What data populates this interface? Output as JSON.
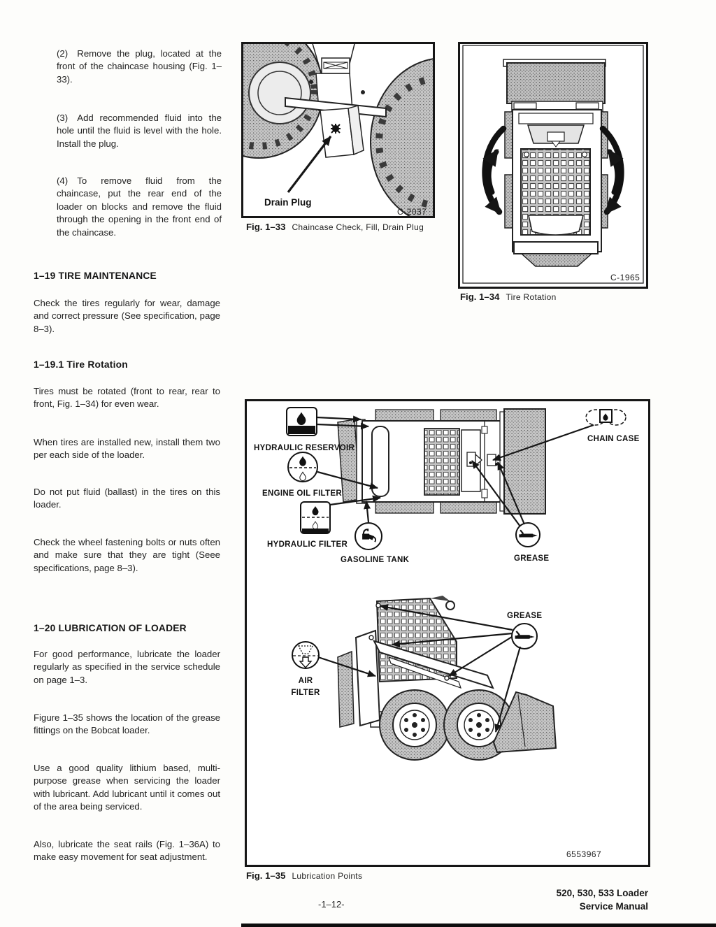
{
  "doc": {
    "page_number": "-1–12-",
    "footer_model": "520, 530, 533 Loader",
    "footer_manual": "Service Manual"
  },
  "text": {
    "p2": "(2) Remove the plug, located at the front of the chaincase housing (Fig. 1–33).",
    "p3": "(3) Add recommended fluid into the hole until the fluid is level with the hole. Install the plug.",
    "p4": "(4) To remove fluid from the chaincase, put the rear end of the loader on blocks and remove the fluid through the opening in the front end of the chaincase.",
    "h_tire": "1–19 TIRE MAINTENANCE",
    "p_tire": "Check the tires regularly for wear, damage and correct pressure (See specification, page 8–3).",
    "h_rotation": "1–19.1 Tire Rotation",
    "p_rot1": "Tires must be rotated (front to rear, rear to front, Fig. 1–34) for even wear.",
    "p_rot2": "When tires are installed new, install them two per each side of the loader.",
    "p_rot3": "Do not put fluid (ballast) in the tires on this loader.",
    "p_rot4": "Check the wheel fastening bolts or nuts often and make sure that they are tight (Seee specifications, page 8–3).",
    "h_lub": "1–20 LUBRICATION OF LOADER",
    "p_lub1": "For good performance, lubricate the loader regularly as specified in the service schedule on page 1–3.",
    "p_lub2": "Figure 1–35 shows the location of the grease fittings on the Bobcat loader.",
    "p_lub3": "Use a good quality lithium based, multi-purpose grease when servicing the loader with lubricant. Add lubricant until it comes out of the area being serviced.",
    "p_lub4": "Also, lubricate the seat rails (Fig. 1–36A) to make easy movement for seat adjustment."
  },
  "fig33": {
    "drain_label": "Drain Plug",
    "photo_id": "C-2037",
    "cap_num": "Fig. 1–33",
    "cap_text": "Chaincase Check, Fill, Drain Plug"
  },
  "fig34": {
    "photo_id": "C-1965",
    "cap_num": "Fig. 1–34",
    "cap_text": "Tire Rotation"
  },
  "fig35": {
    "hydraulic_reservoir": "HYDRAULIC RESERVOIR",
    "engine_oil_filter": "ENGINE OIL FILTER",
    "hydraulic_filter": "HYDRAULIC FILTER",
    "gasoline_tank": "GASOLINE TANK",
    "chain_case": "CHAIN CASE",
    "grease_top": "GREASE",
    "grease_side": "GREASE",
    "air_line1": "AIR",
    "air_line2": "FILTER",
    "part_no": "6553967",
    "cap_num": "Fig. 1–35",
    "cap_text": "Lubrication Points"
  },
  "colors": {
    "ink": "#161616",
    "paper": "#fdfdfb",
    "halftone": "#c6c6c6"
  }
}
